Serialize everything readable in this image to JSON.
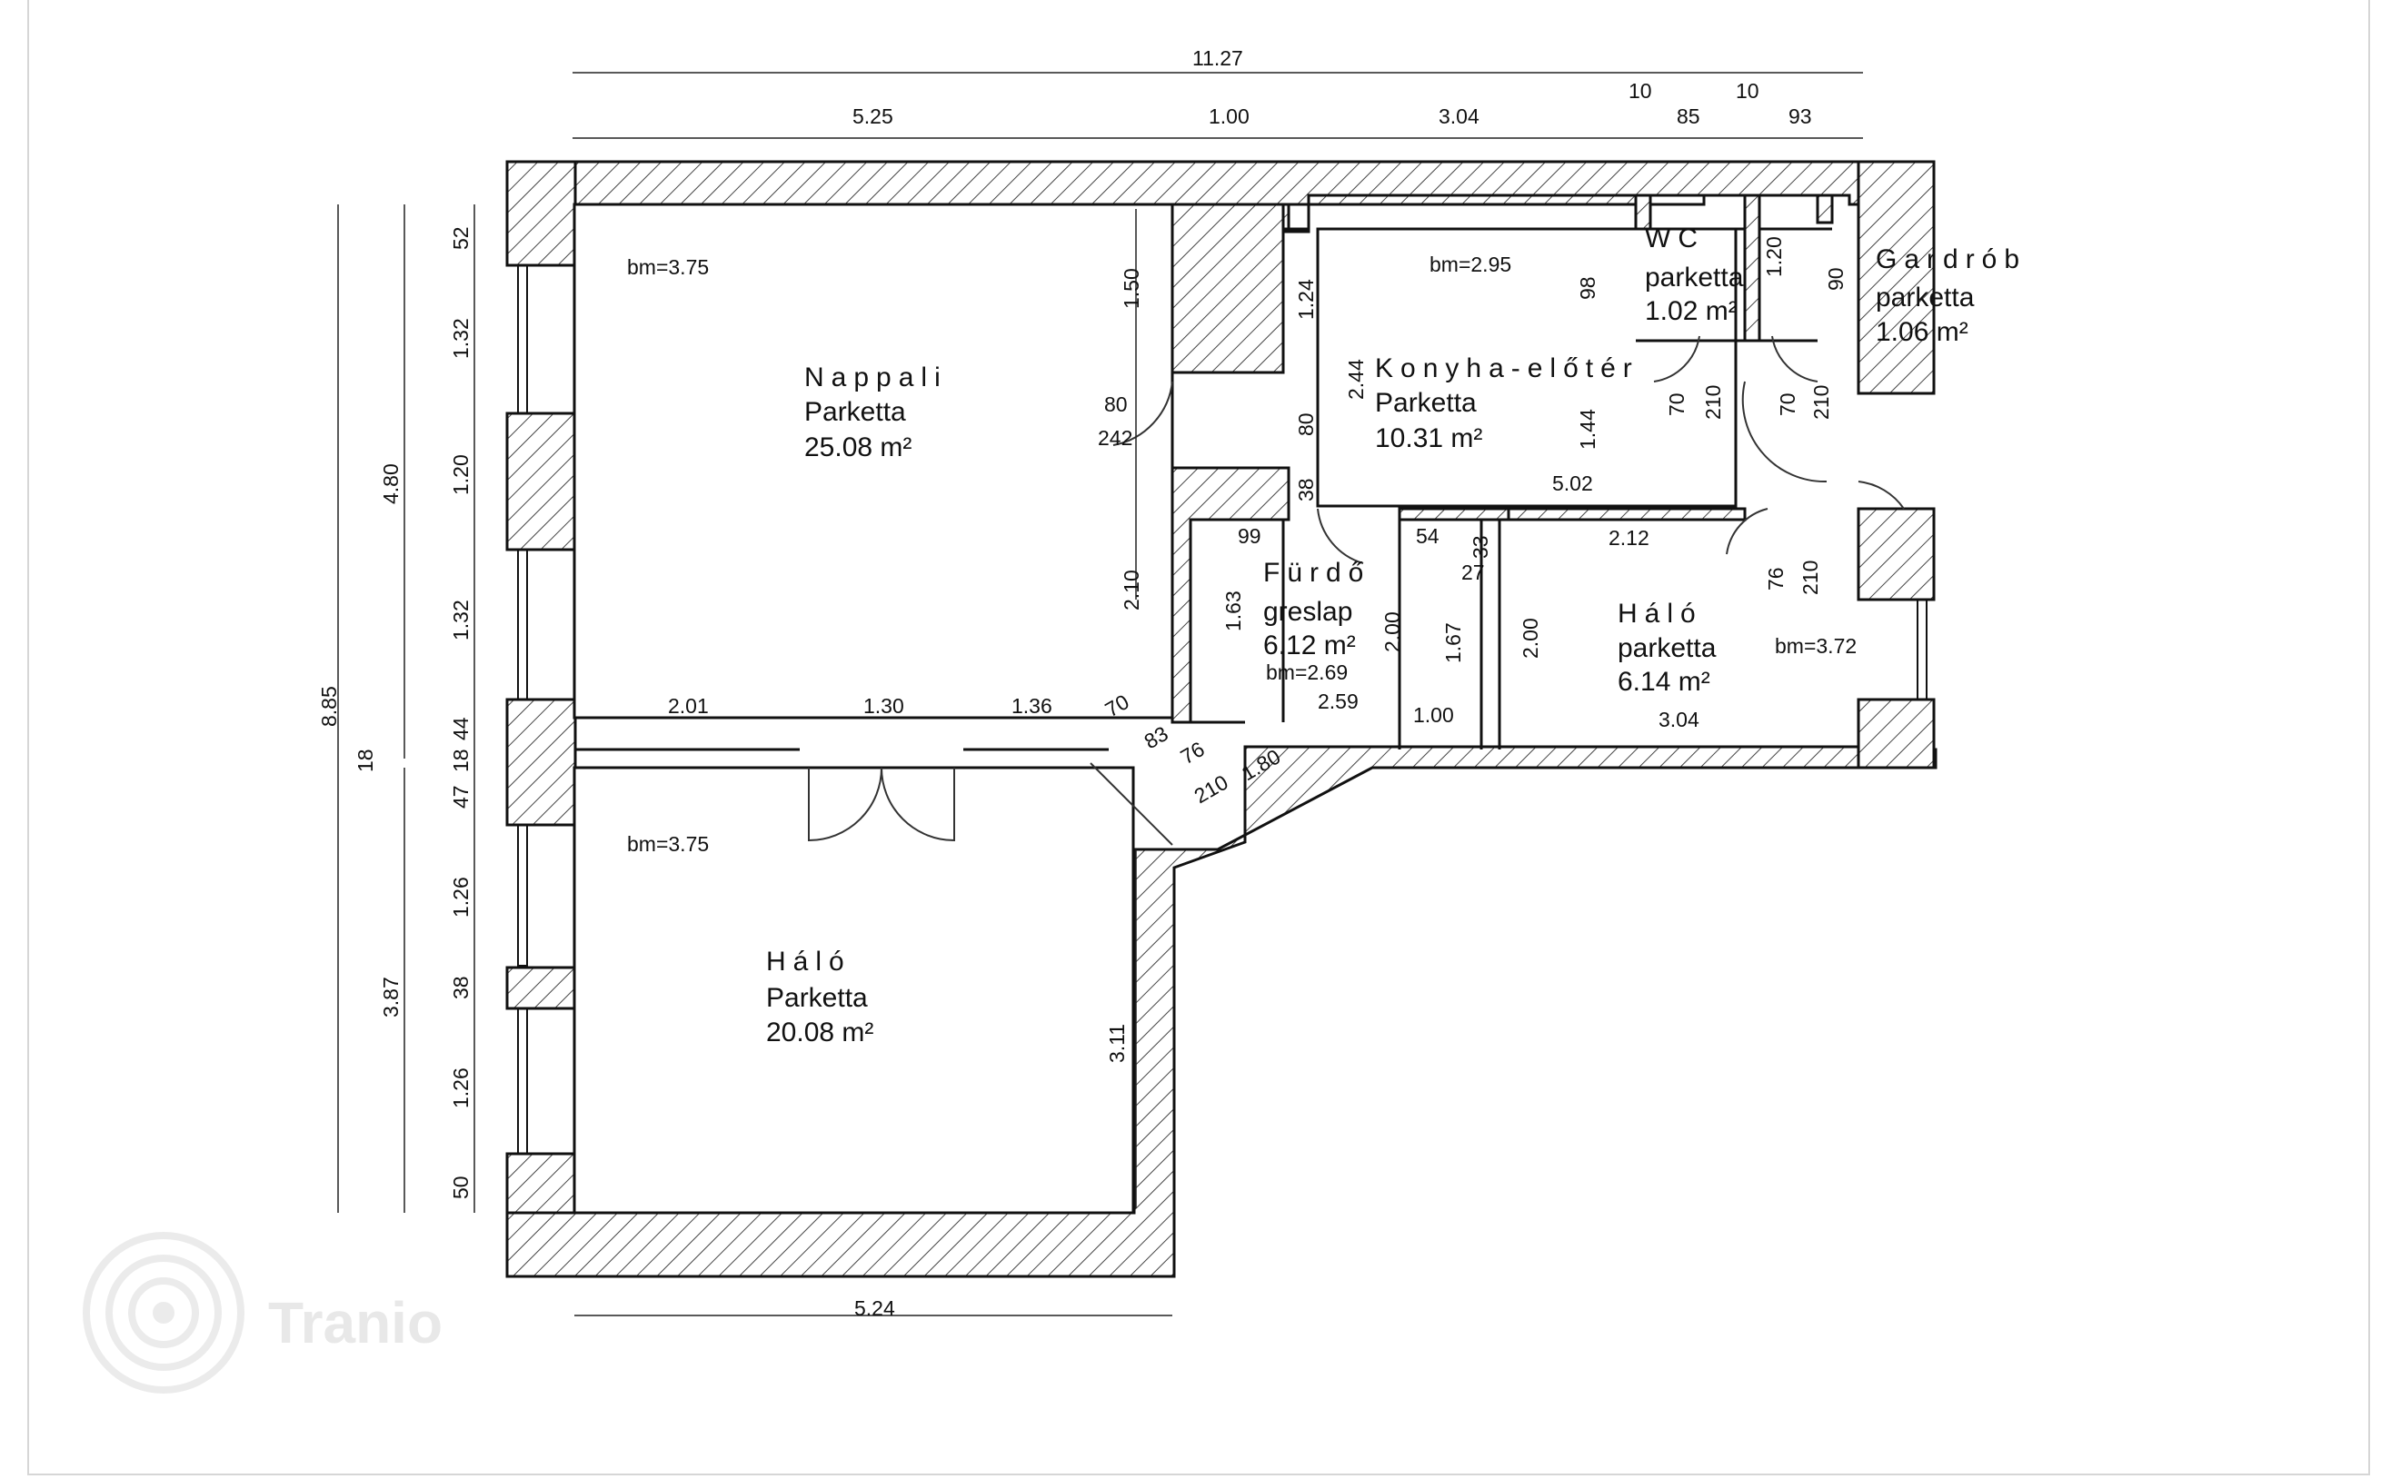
{
  "rooms": [
    {
      "id": "nappali",
      "name": "Nappali",
      "floor": "Parketta",
      "area": "25.08 m²",
      "bm": "bm=3.75"
    },
    {
      "id": "halo1",
      "name": "Háló",
      "floor": "Parketta",
      "area": "20.08 m²",
      "bm": "bm=3.75"
    },
    {
      "id": "konyha",
      "name": "Konyha-előtér",
      "floor": "Parketta",
      "area": "10.31 m²",
      "bm": "bm=2.95"
    },
    {
      "id": "wc",
      "name": "WC",
      "floor": "parketta",
      "area": "1.02 m²"
    },
    {
      "id": "gardrob",
      "name": "Gardrób",
      "floor": "parketta",
      "area": "1.06 m²"
    },
    {
      "id": "furdo",
      "name": "Fürdő",
      "floor": "greslap",
      "area": "6.12 m²",
      "bm": "bm=2.69"
    },
    {
      "id": "halo2",
      "name": "Háló",
      "floor": "parketta",
      "area": "6.14 m²",
      "bm": "bm=3.72"
    }
  ],
  "dimensions": {
    "total_width": "11.27",
    "top_row": [
      "5.25",
      "1.00",
      "3.04",
      "10",
      "85",
      "10",
      "93"
    ],
    "bottom": "5.24",
    "left_total": "8.85",
    "left_18": "18",
    "left_upper": "4.80",
    "left_lower": "3.87",
    "left_chain": [
      "52",
      "1.32",
      "1.20",
      "1.32",
      "44",
      "18",
      "47",
      "1.26",
      "38",
      "1.26",
      "50"
    ],
    "interior": [
      "1.50",
      "80",
      "242",
      "2.10",
      "1.24",
      "80",
      "38",
      "99",
      "2.44",
      "98",
      "1.44",
      "5.02",
      "54",
      "33",
      "27",
      "2.12",
      "1.20",
      "90",
      "70",
      "210",
      "70",
      "210",
      "76",
      "210",
      "1.63",
      "2.00",
      "1.67",
      "2.00",
      "2.59",
      "1.00",
      "3.04",
      "2.01",
      "1.30",
      "1.36",
      "70",
      "83",
      "76",
      "210",
      "1.80",
      "3.11"
    ]
  },
  "watermark": "Tranio",
  "colors": {
    "wall": "#111111",
    "hatch": "#444444",
    "dim": "#222222"
  }
}
